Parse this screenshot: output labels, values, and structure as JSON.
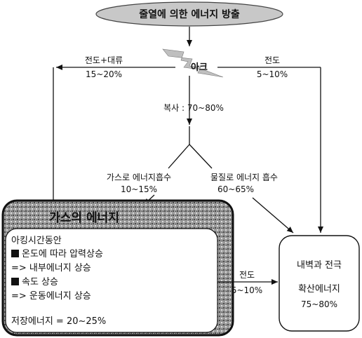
{
  "title": "줄열에 의한 에너지 방출",
  "arc": {
    "label": "아크"
  },
  "left_branch": {
    "label": "전도+대류",
    "value": "15~20%"
  },
  "right_branch": {
    "label": "전도",
    "value": "5~10%"
  },
  "radiation": {
    "label": "복사 : 70~80%"
  },
  "gas_absorption": {
    "label": "가스로 에너지흡수",
    "value": "10~15%"
  },
  "material_absorption": {
    "label": "물질로 에너지 흡수",
    "value": "60~65%"
  },
  "gas_box": {
    "header": "가스의 에너지",
    "line1": "아킹시간동안",
    "line2": "온도에 따라 압력상승",
    "line3": "=> 내부에너지 상승",
    "line4": "속도 상승",
    "line5": "=> 운동에너지 상승",
    "line6": "저장에너지 = 20~25%"
  },
  "bottom_conduction": {
    "label": "전도",
    "value": "5~10%"
  },
  "wall_box": {
    "line1": "내벽과 전극",
    "line2": "확산에너지",
    "line3": "75~80%"
  }
}
